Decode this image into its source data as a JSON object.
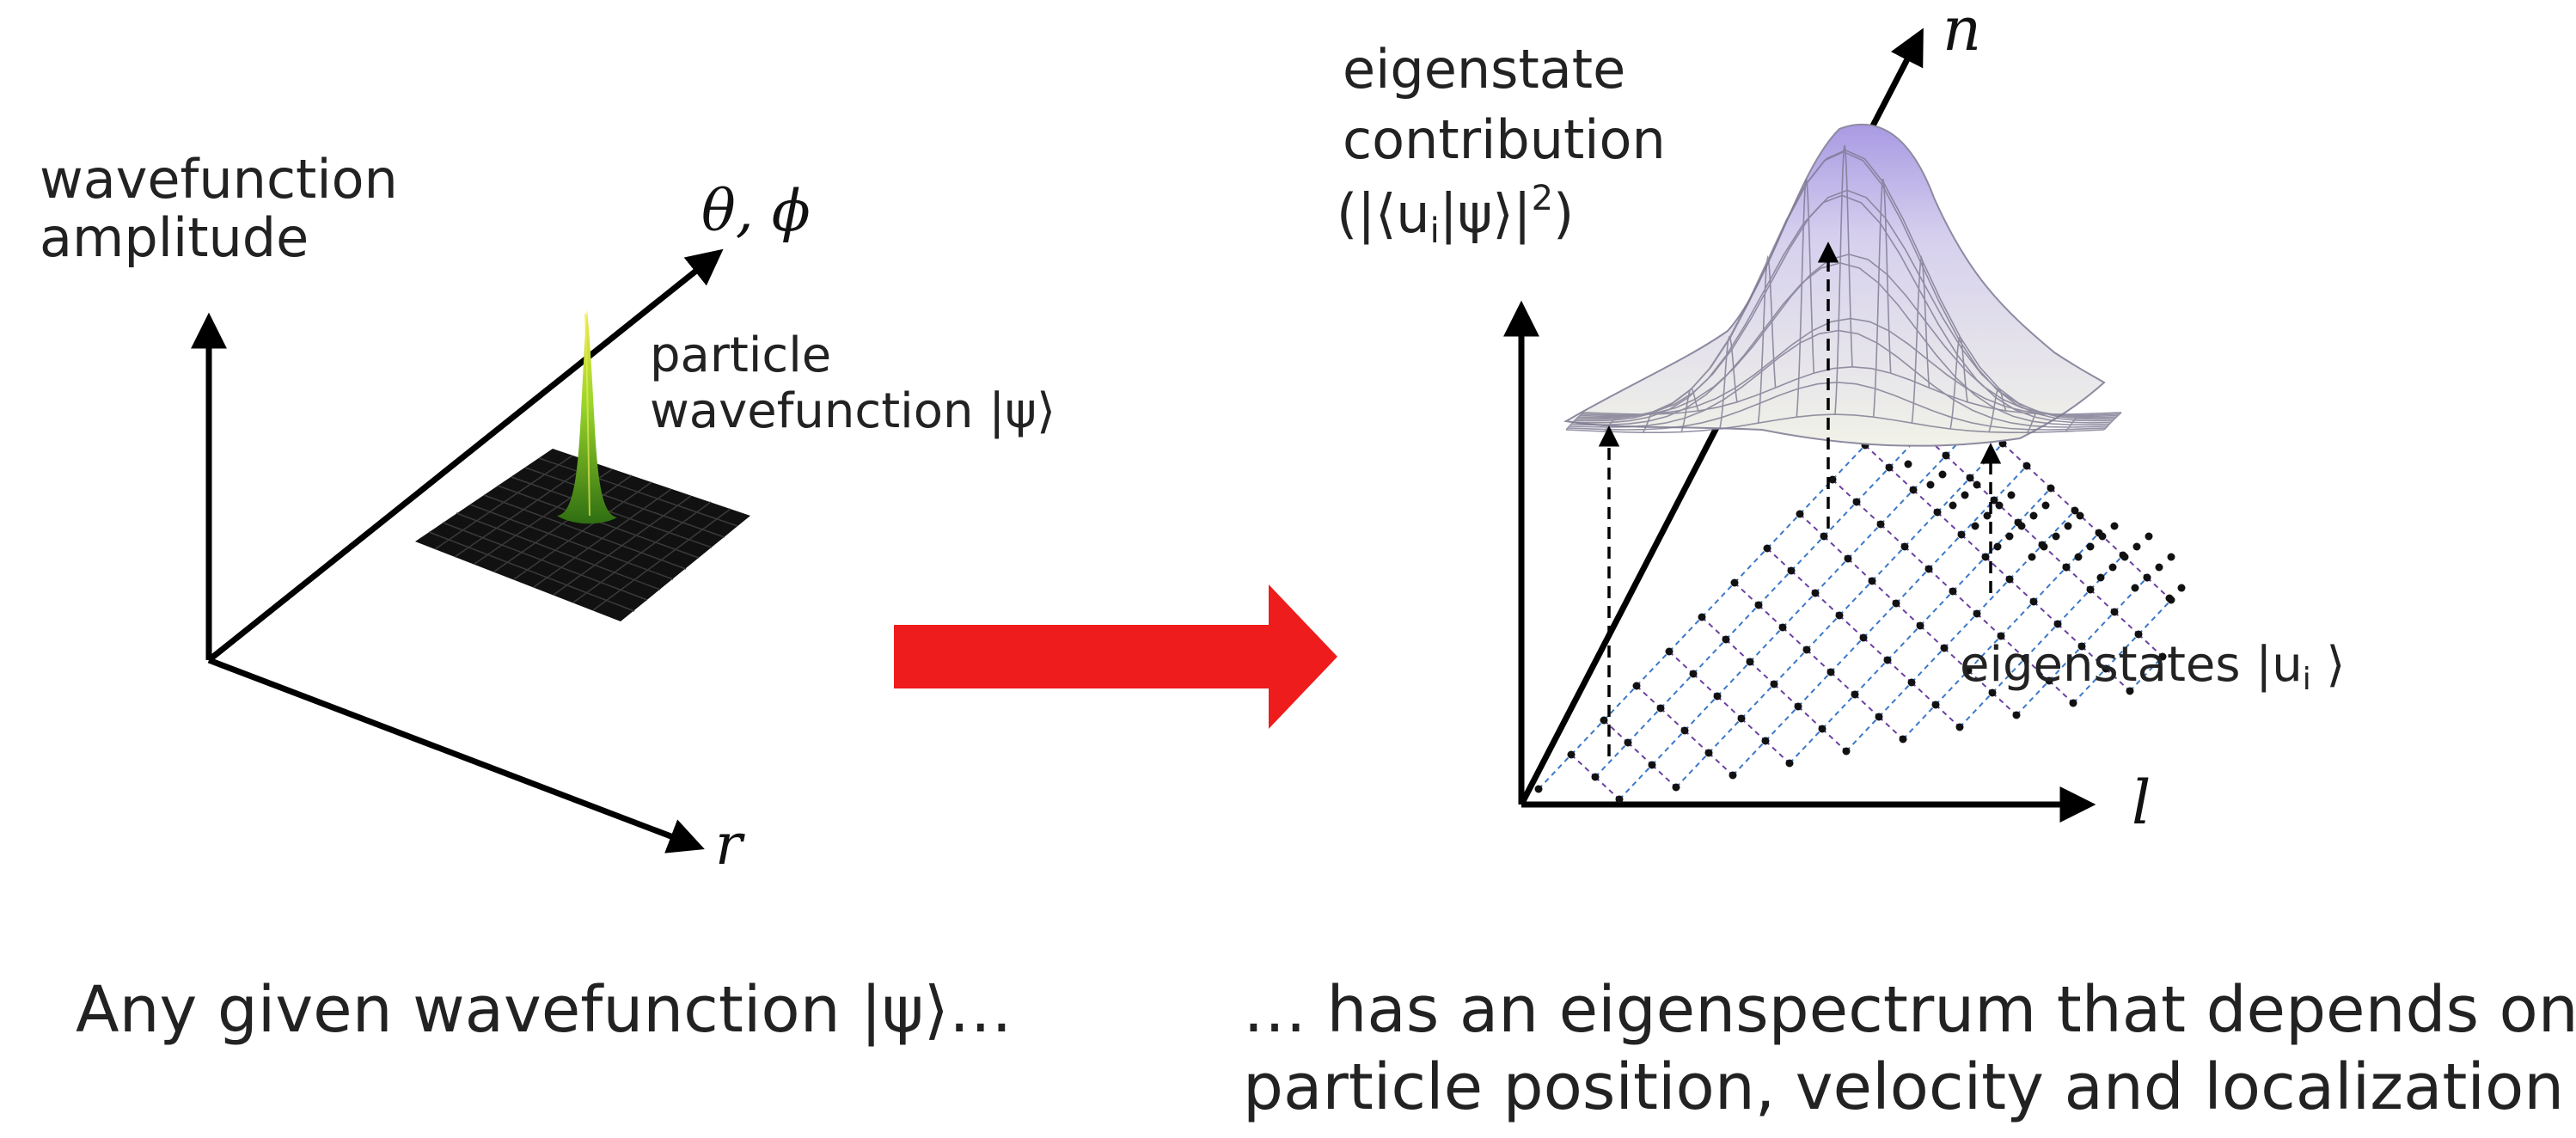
{
  "left_panel": {
    "y_axis_label_line1": "wavefunction",
    "y_axis_label_line2": "amplitude",
    "depth_axis_label": "θ, ϕ",
    "x_axis_label": "r",
    "peak_label_line1": "particle",
    "peak_label_line2": "wavefunction |ψ⟩",
    "caption": "Any given wavefunction |ψ⟩…"
  },
  "arrow": {
    "color": "#ee1c1c"
  },
  "right_panel": {
    "y_axis_label_line1": "eigenstate",
    "y_axis_label_line2": "contribution",
    "y_axis_label_line3": "(|⟨u",
    "y_axis_label_sub": "i",
    "y_axis_label_line3_end": "|ψ⟩|",
    "y_axis_label_sup": "2",
    "y_axis_label_close": ")",
    "depth_axis_label": "n",
    "x_axis_label": "l",
    "eigenstates_label": "eigenstates |u",
    "eigenstates_sub": "i",
    "eigenstates_close": " ⟩",
    "caption_line1": "… has an eigenspectrum that depends on",
    "caption_line2": "particle position, velocity and localization"
  },
  "colors": {
    "axis": "#000000",
    "grid_dark": "#1a1a1a",
    "peak_green": "#7ccf1e",
    "peak_yellow": "#e8e23a",
    "lattice_blue": "#3a78c8",
    "lattice_purple": "#6a3fa0",
    "surface_top": "#b8a8e6",
    "surface_bottom": "#eef0e6"
  }
}
